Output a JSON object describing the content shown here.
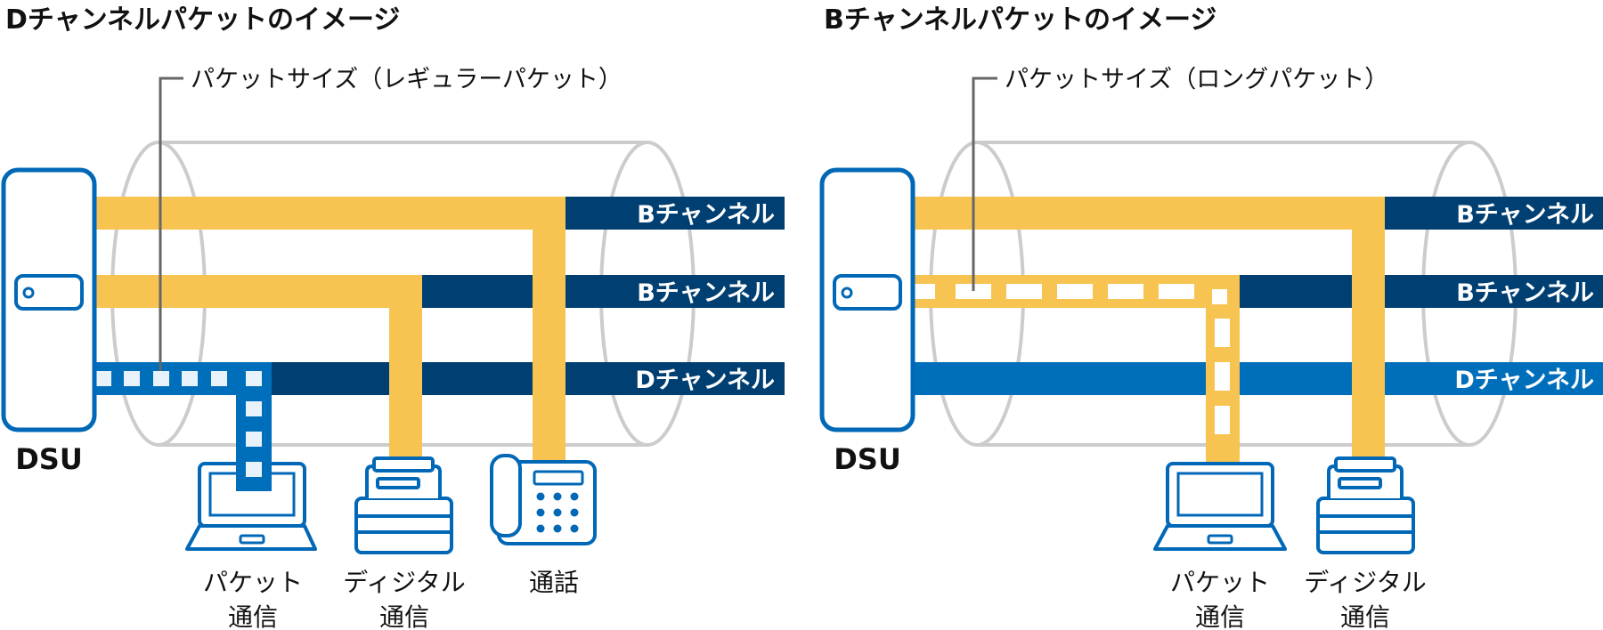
{
  "colors": {
    "yellow": "#F7C452",
    "navy": "#003F72",
    "blue": "#006FBB",
    "cylinder": "#CCCCCC",
    "leader": "#666666",
    "icon_blue": "#0068B7",
    "icon_fill": "#FFFFFF",
    "channel_text": "#FFFFFF",
    "text": "#111111"
  },
  "left": {
    "title": "Dチャンネルパケットのイメージ",
    "packet_size_label": "パケットサイズ（レギュラーパケット）",
    "channels": [
      "Bチャンネル",
      "Bチャンネル",
      "Dチャンネル"
    ],
    "dsu_label": "DSU",
    "devices": [
      {
        "icon": "laptop-icon",
        "label_line1": "パケット",
        "label_line2": "通信"
      },
      {
        "icon": "fax-machine-icon",
        "label_line1": "ディジタル",
        "label_line2": "通信"
      },
      {
        "icon": "telephone-icon",
        "label_line1": "通話",
        "label_line2": ""
      }
    ]
  },
  "right": {
    "title": "Bチャンネルパケットのイメージ",
    "packet_size_label": "パケットサイズ（ロングパケット）",
    "channels": [
      "Bチャンネル",
      "Bチャンネル",
      "Dチャンネル"
    ],
    "dsu_label": "DSU",
    "devices": [
      {
        "icon": "laptop-icon",
        "label_line1": "パケット",
        "label_line2": "通信"
      },
      {
        "icon": "fax-machine-icon",
        "label_line1": "ディジタル",
        "label_line2": "通信"
      }
    ]
  }
}
